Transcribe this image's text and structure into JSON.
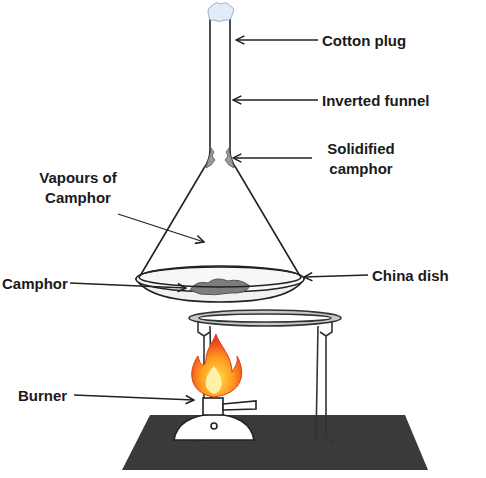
{
  "diagram": {
    "labels": [
      "Cotton plug",
      "Inverted funnel",
      "Solidified camphor",
      "Vapours of Camphor",
      "Camphor",
      "China dish",
      "Burner"
    ]
  }
}
